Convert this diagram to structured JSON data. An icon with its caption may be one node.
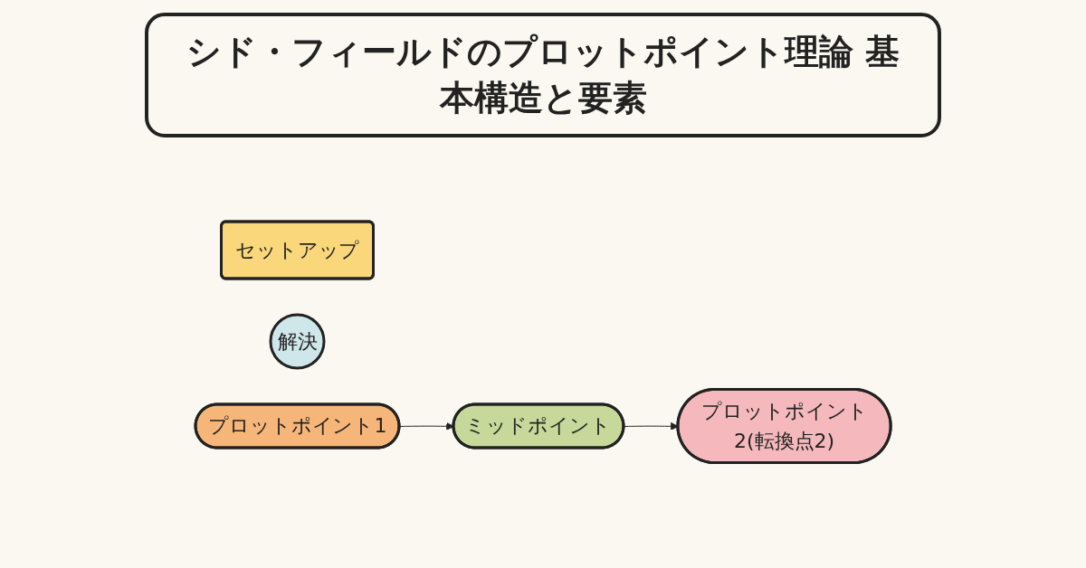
{
  "diagram": {
    "title": "シド・フィールドのプロットポイント理論 基本構造と要素",
    "nodes": [
      {
        "text": [
          "セットアップ"
        ]
      },
      {
        "text": [
          "解決"
        ]
      },
      {
        "text": [
          "プロットポイント1"
        ]
      },
      {
        "text": [
          "ミッドポイント"
        ]
      },
      {
        "text": [
          "プロットポイント2(転換点2)"
        ]
      }
    ],
    "edges": [
      {
        "from": 2,
        "to": 3,
        "arrow": "to"
      },
      {
        "from": 3,
        "to": 4,
        "arrow": "to"
      }
    ]
  }
}
